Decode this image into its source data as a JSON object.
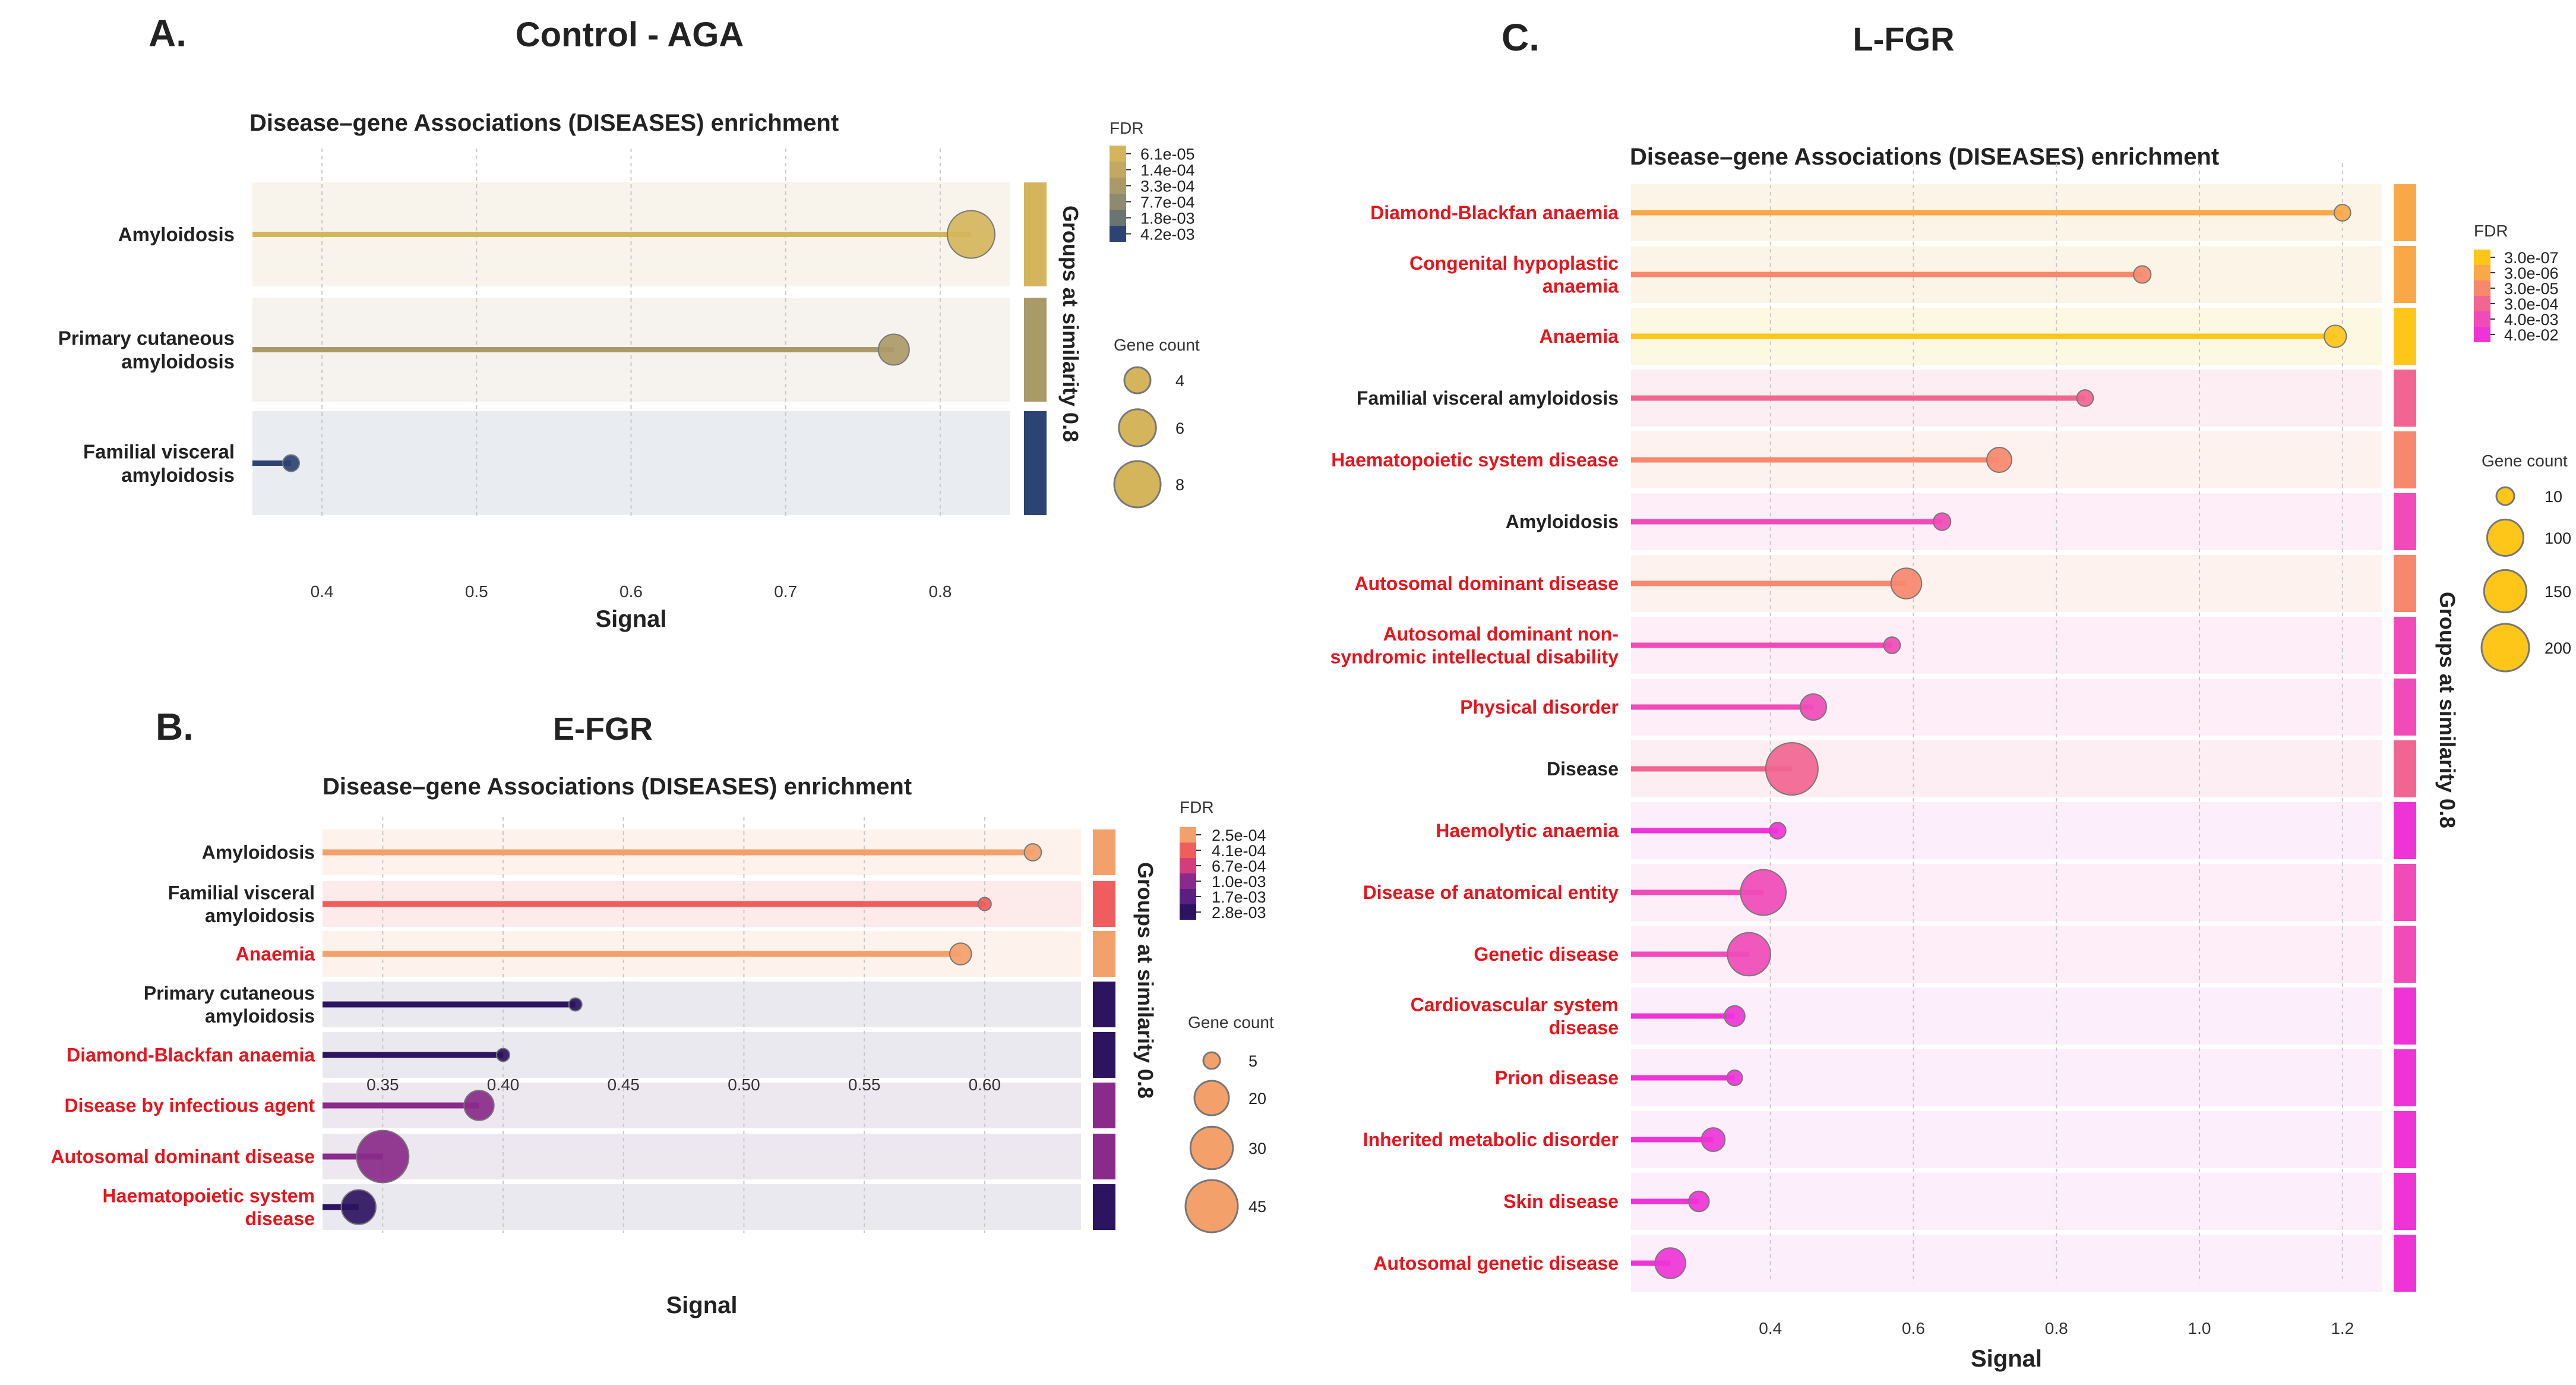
{
  "panels": [
    {
      "letter": "A.",
      "heading": "Control - AGA",
      "title": "Disease–gene Associations (DISEASES) enrichment",
      "xlabel": "Signal",
      "group_label": "Groups at similarity 0.8",
      "legend_fdr_title": "FDR",
      "legend_count_title": "Gene count",
      "fdr_labels": [
        "6.1e-05",
        "1.4e-04",
        "3.3e-04",
        "7.7e-04",
        "1.8e-03",
        "4.2e-03"
      ],
      "fdr_colors": [
        "#d4b55c",
        "#c2a862",
        "#aa9a68",
        "#8d8a6d",
        "#6a7473",
        "#2b4473"
      ],
      "count_legend": [
        4,
        6,
        8
      ],
      "count_fill": "#d4b55c",
      "xticks": [
        0.4,
        0.5,
        0.6,
        0.7,
        0.8
      ]
    },
    {
      "letter": "B.",
      "heading": "E-FGR",
      "title": "Disease–gene Associations (DISEASES) enrichment",
      "xlabel": "Signal",
      "group_label": "Groups at similarity 0.8",
      "legend_fdr_title": "FDR",
      "legend_count_title": "Gene count",
      "fdr_labels": [
        "2.5e-04",
        "4.1e-04",
        "6.7e-04",
        "1.0e-03",
        "1.7e-03",
        "2.8e-03"
      ],
      "fdr_colors": [
        "#f4a06b",
        "#ef5e5d",
        "#d43d7b",
        "#8a2a8a",
        "#5a1f80",
        "#2d1460"
      ],
      "count_legend": [
        5,
        20,
        30,
        45
      ],
      "count_fill": "#f4a06b",
      "xticks": [
        "0.35",
        "0.40",
        "0.45",
        "0.50",
        "0.55",
        "0.60"
      ]
    },
    {
      "letter": "C.",
      "heading": "L-FGR",
      "title": "Disease–gene Associations (DISEASES) enrichment",
      "xlabel": "Signal",
      "group_label": "Groups at similarity 0.8",
      "legend_fdr_title": "FDR",
      "legend_count_title": "Gene count",
      "fdr_labels": [
        "3.0e-07",
        "3.0e-06",
        "3.0e-05",
        "3.0e-04",
        "4.0e-03",
        "4.0e-02"
      ],
      "fdr_colors": [
        "#ffc61a",
        "#f9a848",
        "#f7886e",
        "#f26592",
        "#f04bb8",
        "#ee34d6"
      ],
      "count_legend": [
        10,
        100,
        150,
        200
      ],
      "count_fill": "#ffc61a",
      "xticks": [
        "0.4",
        "0.6",
        "0.8",
        "1.0",
        "1.2"
      ]
    }
  ],
  "chart_data": [
    {
      "type": "lollipop",
      "title": "Disease–gene Associations (DISEASES) enrichment",
      "xlabel": "Signal",
      "xlim": [
        0.355,
        0.845
      ],
      "grid": true,
      "legend_position": "right",
      "terms": [
        {
          "label": "Amyloidosis",
          "label_lines": [
            "Amyloidosis"
          ],
          "signal": 0.82,
          "genes": 8,
          "fdr": 6.1e-05,
          "color": "#d4b55c",
          "red": false,
          "band": "#f8f4ec",
          "group_color": "#d4b55c"
        },
        {
          "label": "Primary cutaneous amyloidosis",
          "label_lines": [
            "Primary cutaneous",
            "amyloidosis"
          ],
          "signal": 0.77,
          "genes": 5,
          "fdr": 0.00018,
          "color": "#aa9a68",
          "red": false,
          "band": "#f6f3ee",
          "group_color": "#aa9a68"
        },
        {
          "label": "Familial visceral amyloidosis",
          "label_lines": [
            "Familial visceral",
            "amyloidosis"
          ],
          "signal": 0.38,
          "genes": 3,
          "fdr": 0.0042,
          "color": "#2b4473",
          "red": false,
          "band": "#e9ecf0",
          "group_color": "#2b4473"
        }
      ]
    },
    {
      "type": "lollipop",
      "title": "Disease–gene Associations (DISEASES) enrichment",
      "xlabel": "Signal",
      "xlim": [
        0.325,
        0.64
      ],
      "grid": true,
      "legend_position": "right",
      "terms": [
        {
          "label": "Amyloidosis",
          "label_lines": [
            "Amyloidosis"
          ],
          "signal": 0.62,
          "genes": 5,
          "fdr": 0.00025,
          "color": "#f4a06b",
          "red": false,
          "band": "#fdf2ec",
          "group_color": "#f4a06b"
        },
        {
          "label": "Familial visceral amyloidosis",
          "label_lines": [
            "Familial visceral",
            "amyloidosis"
          ],
          "signal": 0.6,
          "genes": 3,
          "fdr": 0.00041,
          "color": "#ef5e5d",
          "red": false,
          "band": "#fdeaea",
          "group_color": "#ef5e5d"
        },
        {
          "label": "Anaemia",
          "label_lines": [
            "Anaemia"
          ],
          "signal": 0.59,
          "genes": 8,
          "fdr": 0.00025,
          "color": "#f4a06b",
          "red": true,
          "band": "#fdf2ec",
          "group_color": "#f4a06b"
        },
        {
          "label": "Primary cutaneous amyloidosis",
          "label_lines": [
            "Primary cutaneous",
            "amyloidosis"
          ],
          "signal": 0.43,
          "genes": 3,
          "fdr": 0.0028,
          "color": "#2d1460",
          "red": false,
          "band": "#ebe9f0",
          "group_color": "#2d1460"
        },
        {
          "label": "Diamond-Blackfan anaemia",
          "label_lines": [
            "Diamond-Blackfan anaemia"
          ],
          "signal": 0.4,
          "genes": 3,
          "fdr": 0.0028,
          "color": "#2d1460",
          "red": true,
          "band": "#ebe9f0",
          "group_color": "#2d1460"
        },
        {
          "label": "Disease by infectious agent",
          "label_lines": [
            "Disease by infectious agent"
          ],
          "signal": 0.39,
          "genes": 15,
          "fdr": 0.001,
          "color": "#8a2a8a",
          "red": true,
          "band": "#ede8f0",
          "group_color": "#8a2a8a"
        },
        {
          "label": "Autosomal dominant disease",
          "label_lines": [
            "Autosomal dominant disease"
          ],
          "signal": 0.35,
          "genes": 45,
          "fdr": 0.001,
          "color": "#8a2a8a",
          "red": true,
          "band": "#ede8f0",
          "group_color": "#8a2a8a"
        },
        {
          "label": "Haematopoietic system disease",
          "label_lines": [
            "Haematopoietic system",
            "disease"
          ],
          "signal": 0.34,
          "genes": 20,
          "fdr": 0.0028,
          "color": "#2d1460",
          "red": true,
          "band": "#ebe9f0",
          "group_color": "#2d1460"
        }
      ]
    },
    {
      "type": "lollipop",
      "title": "Disease–gene Associations (DISEASES) enrichment",
      "xlabel": "Signal",
      "xlim": [
        0.205,
        1.255
      ],
      "grid": true,
      "legend_position": "right",
      "terms": [
        {
          "label": "Diamond-Blackfan anaemia",
          "label_lines": [
            "Diamond-Blackfan anaemia"
          ],
          "signal": 1.2,
          "genes": 10,
          "fdr": 3e-06,
          "color": "#f9a848",
          "red": true,
          "band": "#fdf4e8",
          "group_color": "#f9a848"
        },
        {
          "label": "Congenital hypoplastic anaemia",
          "label_lines": [
            "Congenital hypoplastic",
            "anaemia"
          ],
          "signal": 0.92,
          "genes": 12,
          "fdr": 3e-05,
          "color": "#f7886e",
          "red": true,
          "band": "#fdf4e8",
          "group_color": "#f9a848"
        },
        {
          "label": "Anaemia",
          "label_lines": [
            "Anaemia"
          ],
          "signal": 1.19,
          "genes": 25,
          "fdr": 3e-07,
          "color": "#ffc61a",
          "red": true,
          "band": "#fdf8e2",
          "group_color": "#ffc61a"
        },
        {
          "label": "Familial visceral amyloidosis",
          "label_lines": [
            "Familial visceral amyloidosis"
          ],
          "signal": 0.84,
          "genes": 10,
          "fdr": 0.0003,
          "color": "#f26592",
          "red": false,
          "band": "#fdeef3",
          "group_color": "#f26592"
        },
        {
          "label": "Haematopoietic system disease",
          "label_lines": [
            "Haematopoietic system disease"
          ],
          "signal": 0.72,
          "genes": 35,
          "fdr": 3e-05,
          "color": "#f7886e",
          "red": true,
          "band": "#fdf2ee",
          "group_color": "#f7886e"
        },
        {
          "label": "Amyloidosis",
          "label_lines": [
            "Amyloidosis"
          ],
          "signal": 0.64,
          "genes": 12,
          "fdr": 0.004,
          "color": "#f04bb8",
          "red": false,
          "band": "#fdeef7",
          "group_color": "#f04bb8"
        },
        {
          "label": "Autosomal dominant disease",
          "label_lines": [
            "Autosomal dominant disease"
          ],
          "signal": 0.59,
          "genes": 60,
          "fdr": 3e-05,
          "color": "#f7886e",
          "red": true,
          "band": "#fdf2ee",
          "group_color": "#f7886e"
        },
        {
          "label": "Autosomal dominant non-syndromic intellectual disability",
          "label_lines": [
            "Autosomal dominant non-",
            "syndromic intellectual disability"
          ],
          "signal": 0.57,
          "genes": 10,
          "fdr": 0.004,
          "color": "#f04bb8",
          "red": true,
          "band": "#fdeef7",
          "group_color": "#f04bb8"
        },
        {
          "label": "Physical disorder",
          "label_lines": [
            "Physical disorder"
          ],
          "signal": 0.46,
          "genes": 40,
          "fdr": 0.004,
          "color": "#f04bb8",
          "red": true,
          "band": "#fdeef7",
          "group_color": "#f04bb8"
        },
        {
          "label": "Disease",
          "label_lines": [
            "Disease"
          ],
          "signal": 0.43,
          "genes": 220,
          "fdr": 0.0003,
          "color": "#f26592",
          "red": false,
          "band": "#fdeef3",
          "group_color": "#f26592"
        },
        {
          "label": "Haemolytic anaemia",
          "label_lines": [
            "Haemolytic anaemia"
          ],
          "signal": 0.41,
          "genes": 10,
          "fdr": 0.04,
          "color": "#ee34d6",
          "red": true,
          "band": "#fdeefb",
          "group_color": "#ee34d6"
        },
        {
          "label": "Disease of anatomical entity",
          "label_lines": [
            "Disease of anatomical entity"
          ],
          "signal": 0.39,
          "genes": 160,
          "fdr": 0.004,
          "color": "#f04bb8",
          "red": true,
          "band": "#fdeef7",
          "group_color": "#f04bb8"
        },
        {
          "label": "Genetic disease",
          "label_lines": [
            "Genetic disease"
          ],
          "signal": 0.37,
          "genes": 140,
          "fdr": 0.004,
          "color": "#f04bb8",
          "red": true,
          "band": "#fdeef7",
          "group_color": "#f04bb8"
        },
        {
          "label": "Cardiovascular system disease",
          "label_lines": [
            "Cardiovascular system",
            "disease"
          ],
          "signal": 0.35,
          "genes": 20,
          "fdr": 0.04,
          "color": "#ee34d6",
          "red": true,
          "band": "#fdeefb",
          "group_color": "#ee34d6"
        },
        {
          "label": "Prion disease",
          "label_lines": [
            "Prion disease"
          ],
          "signal": 0.35,
          "genes": 8,
          "fdr": 0.04,
          "color": "#ee34d6",
          "red": true,
          "band": "#fdeefb",
          "group_color": "#ee34d6"
        },
        {
          "label": "Inherited metabolic disorder",
          "label_lines": [
            "Inherited metabolic disorder"
          ],
          "signal": 0.32,
          "genes": 30,
          "fdr": 0.04,
          "color": "#ee34d6",
          "red": true,
          "band": "#fdeefb",
          "group_color": "#ee34d6"
        },
        {
          "label": "Skin disease",
          "label_lines": [
            "Skin disease"
          ],
          "signal": 0.3,
          "genes": 20,
          "fdr": 0.04,
          "color": "#ee34d6",
          "red": true,
          "band": "#fdeefb",
          "group_color": "#ee34d6"
        },
        {
          "label": "Autosomal genetic disease",
          "label_lines": [
            "Autosomal genetic disease"
          ],
          "signal": 0.26,
          "genes": 60,
          "fdr": 0.04,
          "color": "#ee34d6",
          "red": true,
          "band": "#fdeefb",
          "group_color": "#ee34d6"
        }
      ]
    }
  ]
}
